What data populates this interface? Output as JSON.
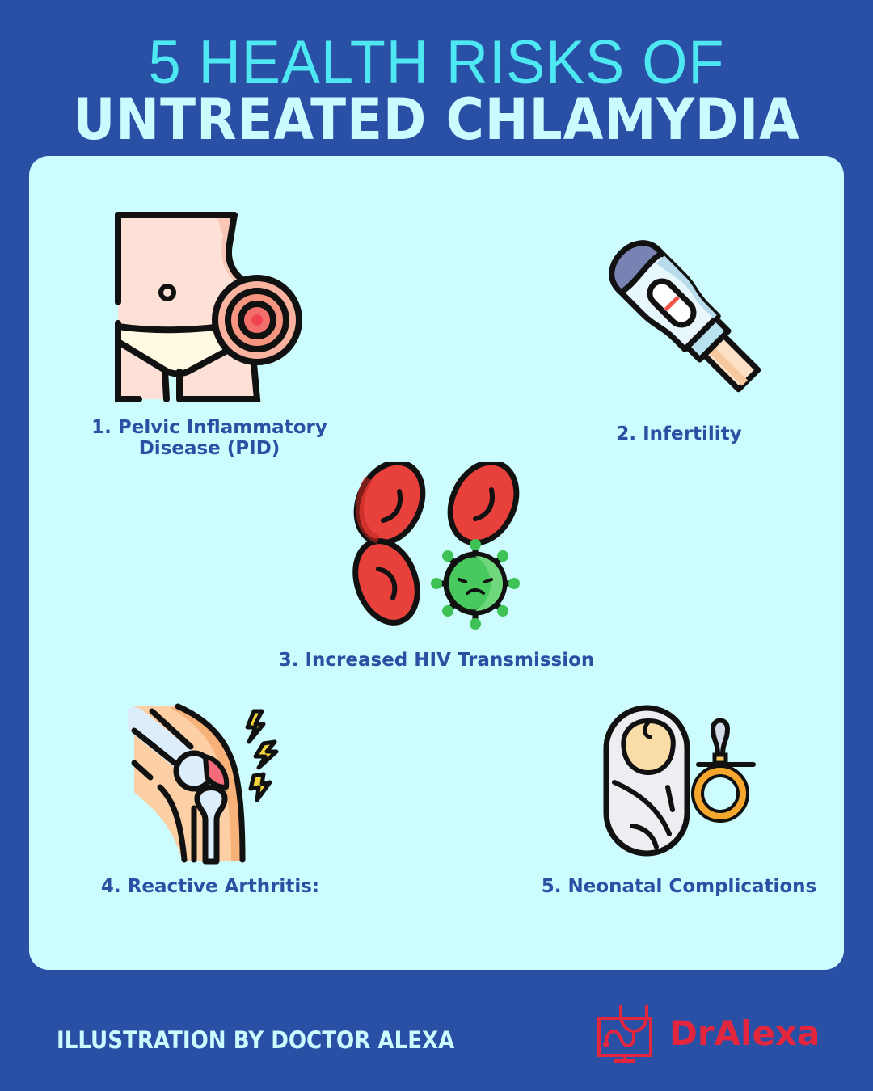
{
  "header": {
    "title_line1": "5 HEALTH RISKS OF",
    "title_line2": "UNTREATED CHLAMYDIA"
  },
  "colors": {
    "background": "#2a50a6",
    "panel": "#ccfcfd",
    "title_accent": "#4de8f2",
    "title_light": "#ccfbff",
    "label": "#2a4fa3",
    "brand": "#e3263e"
  },
  "risks": [
    {
      "number": 1,
      "label_line1": "1. Pelvic Inflammatory",
      "label_line2": "Disease (PID)",
      "icon": "pelvic-pain-icon"
    },
    {
      "number": 2,
      "label": "2. Infertility",
      "icon": "pregnancy-test-icon"
    },
    {
      "number": 3,
      "label": "3. Increased HIV Transmission",
      "icon": "blood-cells-virus-icon"
    },
    {
      "number": 4,
      "label": "4. Reactive Arthritis:",
      "icon": "knee-joint-pain-icon"
    },
    {
      "number": 5,
      "label": "5. Neonatal Complications",
      "icon": "newborn-pacifier-icon"
    }
  ],
  "footer": {
    "credit": "ILLUSTRATION BY DOCTOR ALEXA",
    "brand_name": "DrAlexa",
    "brand_icon": "monitor-stethoscope-icon"
  }
}
